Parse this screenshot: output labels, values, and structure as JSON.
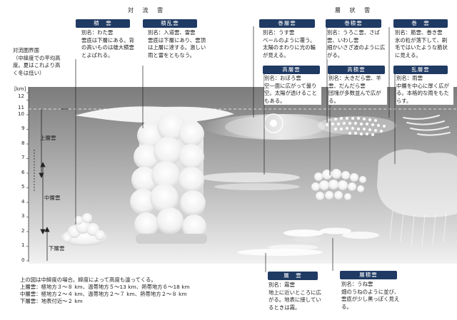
{
  "headings": {
    "convective": "対 流 雲",
    "stratiform": "層 状 雲"
  },
  "tropopause": {
    "title": "対流圏界面",
    "note": "（中緯度での平均高度。夏はこれより高く冬は低い）"
  },
  "axis": {
    "unit": "[km]",
    "ticks": [
      "0",
      "1",
      "2",
      "3",
      "4",
      "5",
      "6",
      "7",
      "8",
      "9",
      "10",
      "11",
      "12"
    ]
  },
  "layers": {
    "upper": "上層雲",
    "middle": "中層雲",
    "lower": "下層雲"
  },
  "clouds": {
    "cumulus": {
      "name": "積　雲",
      "desc": "別名：わた雲\n雲底は下層にある。背の高いものは雄大積雲とよばれる。"
    },
    "cumulonimbus": {
      "name": "積乱雲",
      "desc": "別名：入道雲、雷雲\n雲底は下層にあり、雲頂は上層に達する。激しい雨と雷をともなう。"
    },
    "cirrostratus": {
      "name": "巻層雲",
      "desc": "別名：うす雲\nベールのように覆う。太陽のまわりに光の輪が見える。"
    },
    "cirrocumulus": {
      "name": "巻積雲",
      "desc": "別名：うろこ雲、さば雲、いわし雲\n細かいさざ波のように広がる。"
    },
    "cirrus": {
      "name": "巻　雲",
      "desc": "別名：筋雲、巻き雲\n氷の粒が落下して、刷毛ではいたような筋状に見える。"
    },
    "altostratus": {
      "name": "高層雲",
      "desc": "別名：おぼろ雲\n空一面に広がって曇り空。太陽が透けることもある。"
    },
    "altocumulus": {
      "name": "高積雲",
      "desc": "別名：大きだら雲、羊雲、だんだら雲\n団塊が多数並んで広がる。"
    },
    "nimbostratus": {
      "name": "乱層雲",
      "desc": "別名：雨雲\n中層を中心に厚く広がる。本格的な雨をもたらす。"
    },
    "stratus": {
      "name": "層　雲",
      "desc": "別名：霧雲\n地上に近いところに広がる。地表に接しているときは霧。"
    },
    "stratocumulus": {
      "name": "層積雲",
      "desc": "別名：うね雲\n畑のうねのように並び、雲底が少し黒っぽく見える。"
    }
  },
  "footnote": [
    "上の図は中緯度の場合。緯度によって高度も違ってくる。",
    "上層雲：極地方３～８ km、温帯地方５～13 km、熱帯地方６～18 km",
    "中層雲：極地方２～４ km、温帯地方２～７ km、熱帯地方２～８ km",
    "下層雲：地表付近～２ km"
  ],
  "colors": {
    "tag_bg": "#1f3a63",
    "sky_top": "#7c7c7c",
    "sky_bottom": "#f2f2f2"
  }
}
